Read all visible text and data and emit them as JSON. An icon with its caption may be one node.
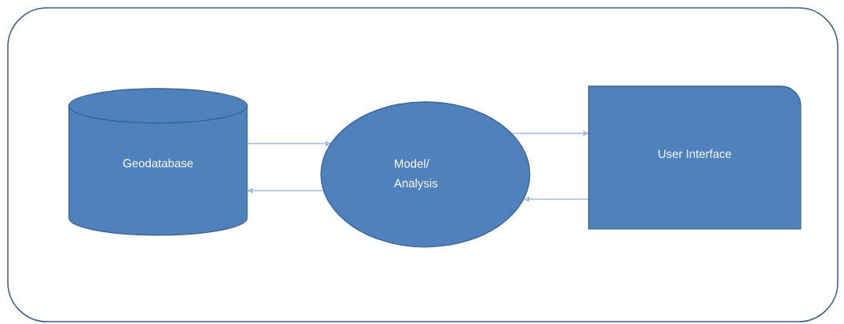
{
  "diagram": {
    "nodes": [
      {
        "text": [],
        "shape": "box"
      },
      {
        "text": [
          "Geodatabase"
        ],
        "in": 0
      },
      {
        "text": [
          "Model/ Analysis"
        ],
        "in": 0
      },
      {
        "text": [
          "User Interface"
        ],
        "in": 0
      }
    ],
    "edges": [
      {
        "from": 1,
        "to": 2,
        "arrow": "to"
      },
      {
        "from": 2,
        "to": 1,
        "arrow": "to"
      },
      {
        "from": 2,
        "to": 3,
        "arrow": "to"
      },
      {
        "from": 3,
        "to": 2,
        "arrow": "to"
      }
    ]
  }
}
